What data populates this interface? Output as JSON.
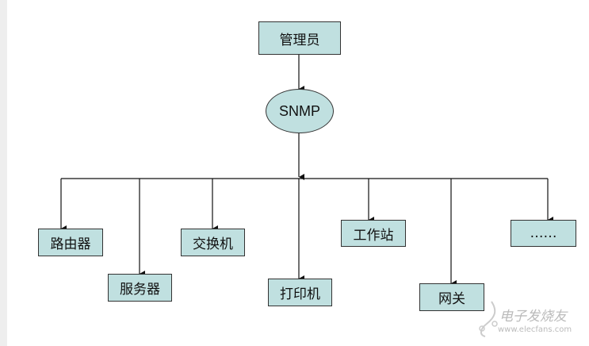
{
  "root": {
    "label": "管理员"
  },
  "protocol": {
    "label": "SNMP"
  },
  "devices": [
    {
      "label": "路由器"
    },
    {
      "label": "服务器"
    },
    {
      "label": "交换机"
    },
    {
      "label": "打印机"
    },
    {
      "label": "工作站"
    },
    {
      "label": "网关"
    },
    {
      "label": "……"
    }
  ],
  "colors": {
    "node_fill": "#c0e0e0",
    "stroke": "#333333"
  },
  "watermark": {
    "name": "电子发烧友",
    "url": "www.elecfans.com"
  }
}
